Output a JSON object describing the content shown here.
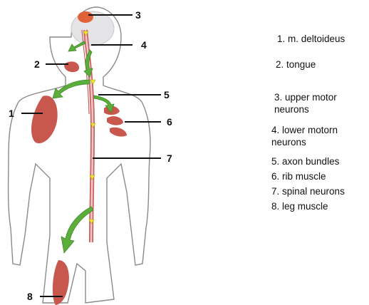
{
  "numbers": [
    "1",
    "2",
    "3",
    "4",
    "5",
    "6",
    "7",
    "8"
  ],
  "legend": [
    "1. m. deltoideus",
    "2. tongue",
    "3. upper motor neurons",
    "4. lower motorn neurons",
    "5. axon bundles",
    "6. rib muscle",
    "7. spinal neurons",
    "8. leg muscle"
  ],
  "colors": {
    "muscle": "#c8574e",
    "brain": "#e4e4e6",
    "arrow": "#5cae3c",
    "nerve": "#d97878",
    "marker": "#f2e53a",
    "outline": "#8a8a8a"
  }
}
